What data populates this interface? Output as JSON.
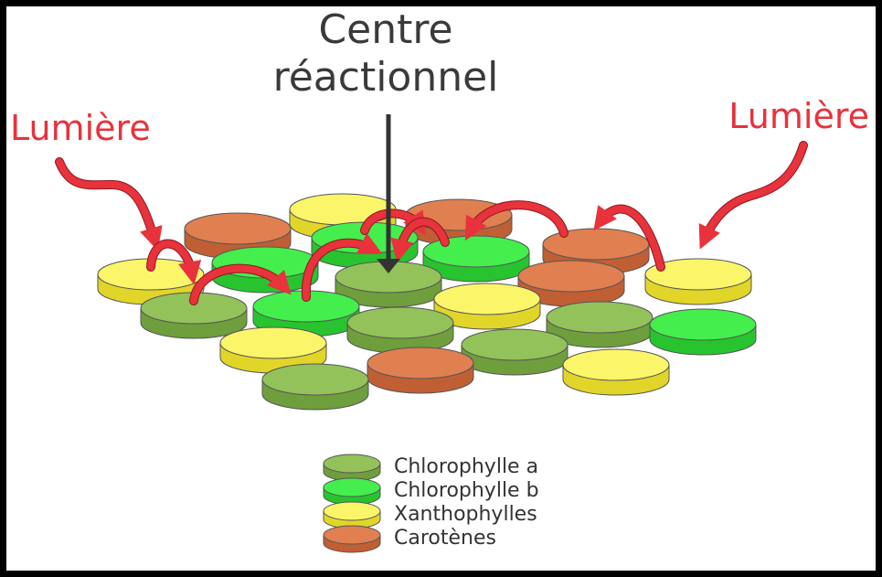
{
  "title": {
    "line1": "Centre",
    "line2": "réactionnel"
  },
  "light_labels": {
    "left": "Lumière",
    "right": "Lumière"
  },
  "legend": [
    {
      "key": "chla",
      "label": "Chlorophylle a"
    },
    {
      "key": "chlb",
      "label": "Chlorophylle b"
    },
    {
      "key": "xan",
      "label": "Xanthophylles"
    },
    {
      "key": "car",
      "label": "Carotènes"
    }
  ],
  "pigment_colors": {
    "chla": {
      "top": "#93c25a",
      "side": "#6f9e3c"
    },
    "chlb": {
      "top": "#44ee4c",
      "side": "#27c42f"
    },
    "xan": {
      "top": "#fbf56a",
      "side": "#e2d52a"
    },
    "car": {
      "top": "#e07f50",
      "side": "#c15f34"
    }
  },
  "arrow_color": "#e8323c",
  "pointer_color": "#333333",
  "discs": [
    {
      "id": "xan-back",
      "type": "xan"
    },
    {
      "id": "car-back-left",
      "type": "car"
    },
    {
      "id": "car-back-right",
      "type": "car"
    },
    {
      "id": "chlb-back",
      "type": "chlb"
    },
    {
      "id": "car-right",
      "type": "car"
    },
    {
      "id": "chlb-center",
      "type": "chlb"
    },
    {
      "id": "chlb-left",
      "type": "chlb"
    },
    {
      "id": "xan-left",
      "type": "xan"
    },
    {
      "id": "car-right-mid",
      "type": "car"
    },
    {
      "id": "reaction-center",
      "type": "chla"
    },
    {
      "id": "xan-right",
      "type": "xan"
    },
    {
      "id": "chla-left",
      "type": "chla"
    },
    {
      "id": "chlb-left-mid",
      "type": "chlb"
    },
    {
      "id": "xan-center",
      "type": "xan"
    },
    {
      "id": "chla-right",
      "type": "chla"
    },
    {
      "id": "chla-center",
      "type": "chla"
    },
    {
      "id": "chlb-right",
      "type": "chlb"
    },
    {
      "id": "xan-left-low",
      "type": "xan"
    },
    {
      "id": "chla-center-low",
      "type": "chla"
    },
    {
      "id": "car-low",
      "type": "car"
    },
    {
      "id": "xan-right-low",
      "type": "xan"
    },
    {
      "id": "chla-front",
      "type": "chla"
    }
  ]
}
